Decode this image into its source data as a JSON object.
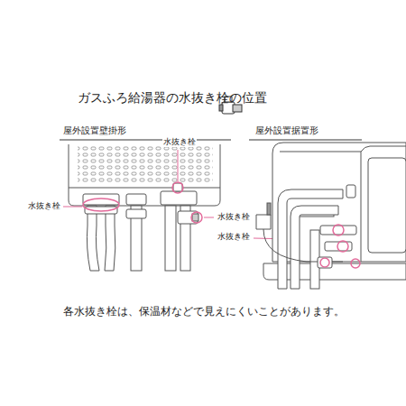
{
  "diagram": {
    "title": "ガスふろ給湯器の水抜き栓の位置",
    "caption": "各水抜き栓は、保温材などで見えにくいことがあります。",
    "labels": [
      "屋外設置壁掛形",
      "屋外設置据置形",
      "水抜き栓",
      "水抜き栓",
      "水抜き栓",
      "水抜き栓"
    ]
  }
}
